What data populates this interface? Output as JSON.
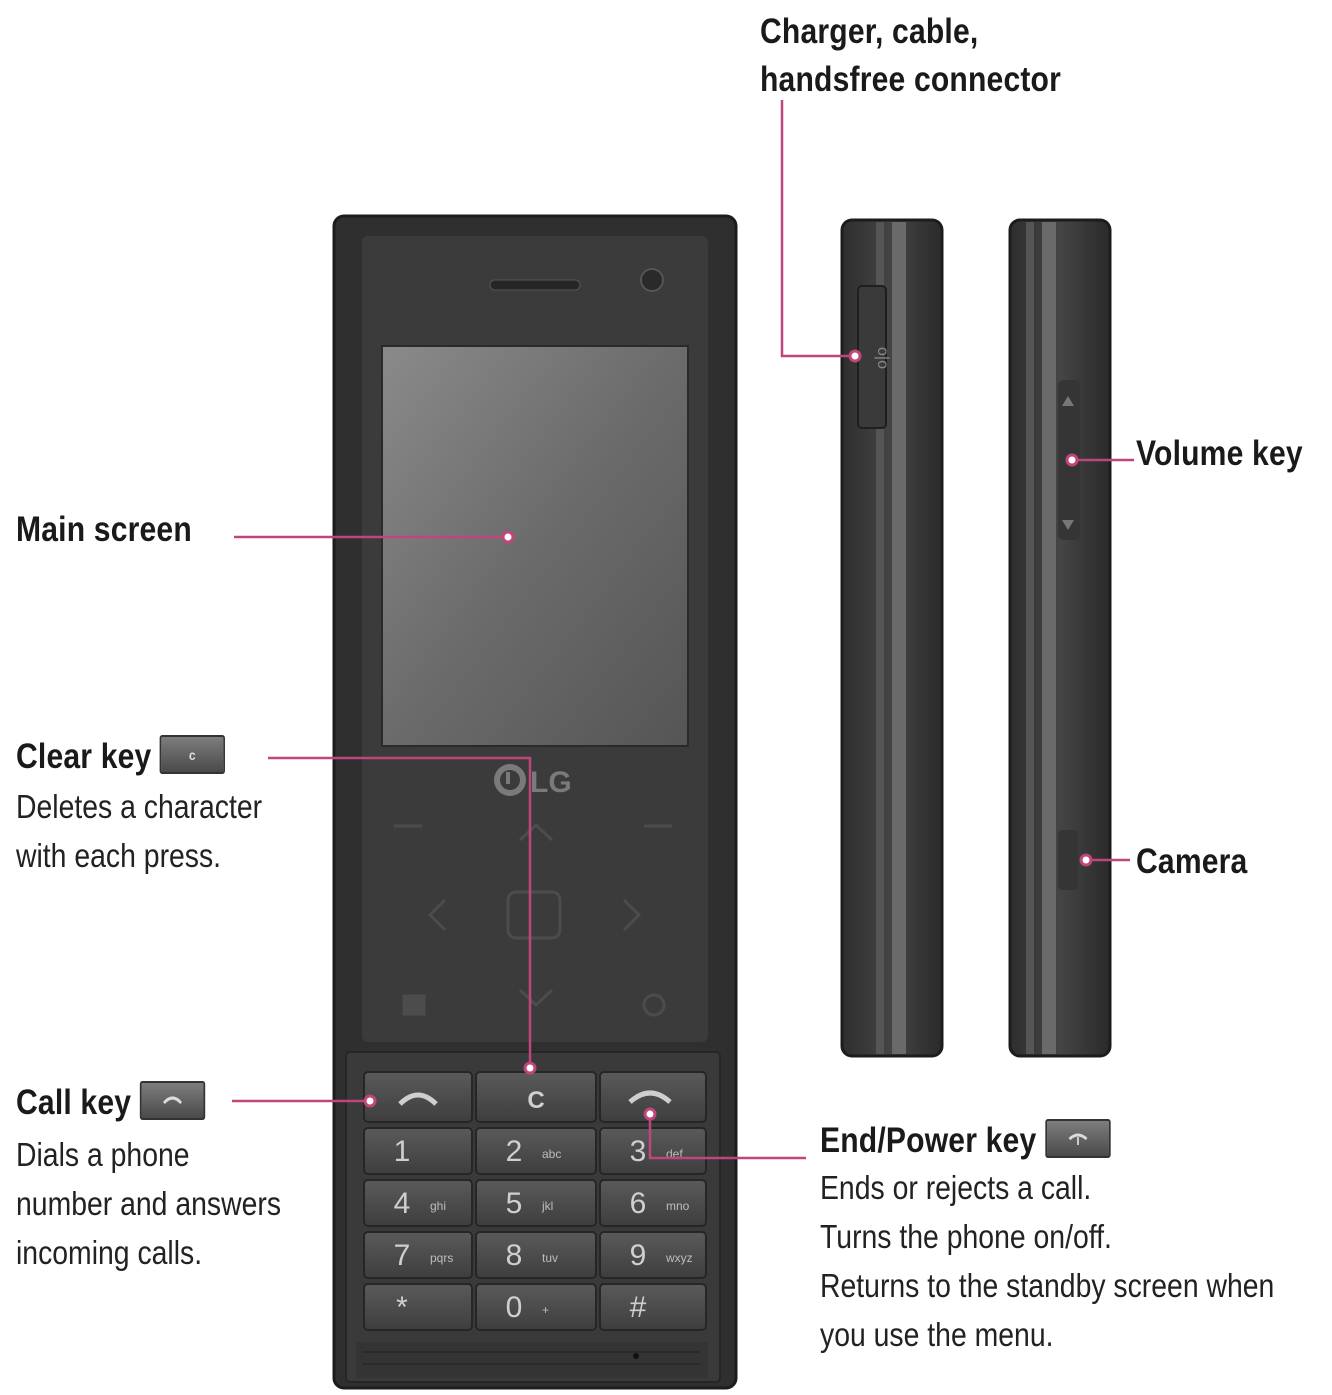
{
  "labels": {
    "charger": {
      "line1": "Charger, cable,",
      "line2": "handsfree connector"
    },
    "volume": {
      "title": "Volume key"
    },
    "main_screen": {
      "title": "Main screen"
    },
    "camera": {
      "title": "Camera"
    },
    "clear": {
      "title": "Clear key",
      "desc_line1": "Deletes a character",
      "desc_line2": "with each press."
    },
    "call": {
      "title": "Call key",
      "desc_line1": "Dials a phone",
      "desc_line2": "number and answers",
      "desc_line3": "incoming calls."
    },
    "end": {
      "title": "End/Power key",
      "desc_line1": "Ends or rejects a call.",
      "desc_line2": "Turns the phone on/off.",
      "desc_line3": "Returns to the standby screen when",
      "desc_line4": "you use the menu."
    }
  },
  "phone": {
    "brand": "LG",
    "keypad": [
      {
        "digit": "1",
        "letters": ""
      },
      {
        "digit": "2",
        "letters": "abc"
      },
      {
        "digit": "3",
        "letters": "def"
      },
      {
        "digit": "4",
        "letters": "ghi"
      },
      {
        "digit": "5",
        "letters": "jkl"
      },
      {
        "digit": "6",
        "letters": "mno"
      },
      {
        "digit": "7",
        "letters": "pqrs"
      },
      {
        "digit": "8",
        "letters": "tuv"
      },
      {
        "digit": "9",
        "letters": "wxyz"
      },
      {
        "digit": "*",
        "letters": ""
      },
      {
        "digit": "0",
        "letters": "+"
      },
      {
        "digit": "#",
        "letters": ""
      }
    ],
    "clear_key_symbol": "C"
  },
  "colors": {
    "callout_line": "#c0457a",
    "phone_body": "#3a3a3a",
    "screen": "#6e6e6e"
  }
}
